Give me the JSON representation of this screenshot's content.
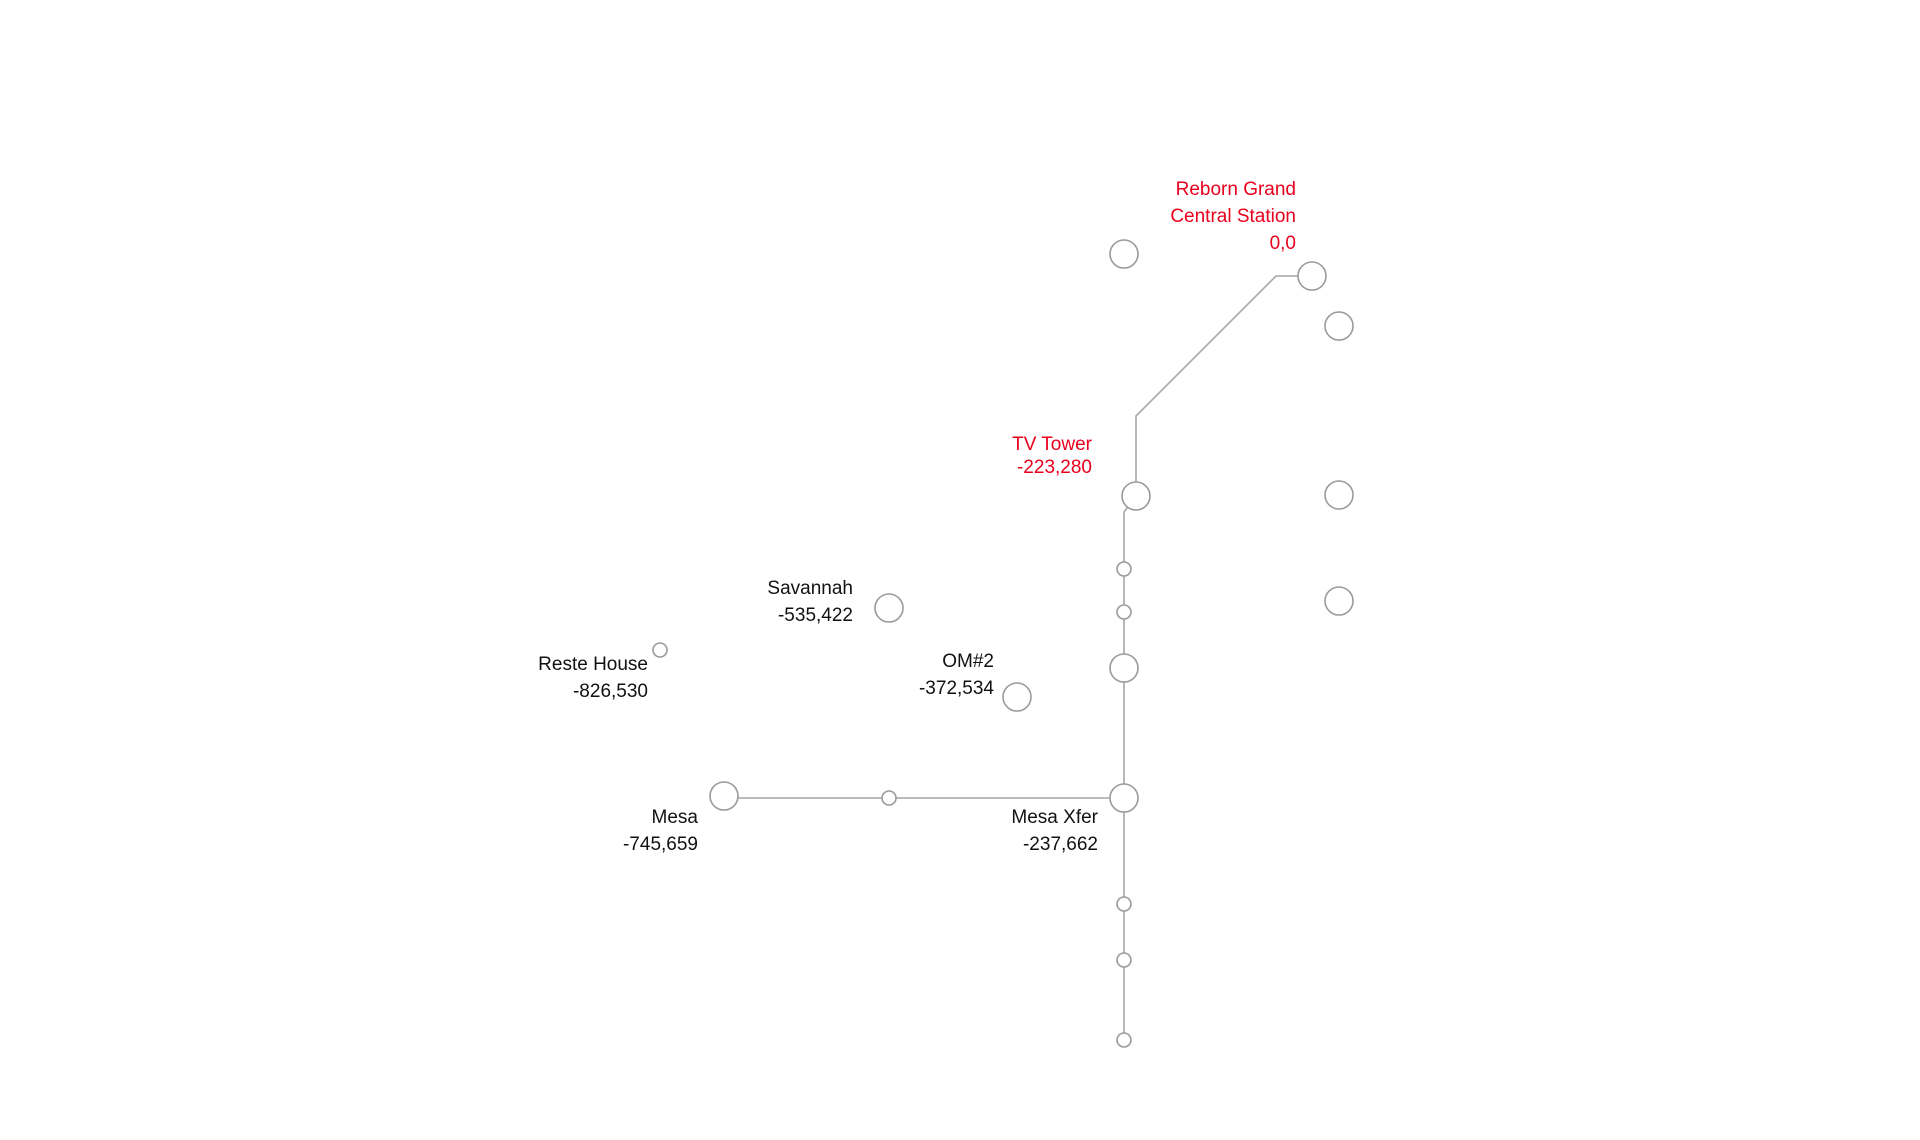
{
  "colors": {
    "line": "#a6a6a6",
    "node_stroke": "#9a9a9a",
    "label_default": "#111111",
    "label_highlight": "#e8001c"
  },
  "labels": {
    "reborn": {
      "line1": "Reborn Grand",
      "line2": "Central Station",
      "value": "0,0",
      "color": "#e8001c"
    },
    "tv_tower": {
      "name": "TV Tower",
      "value": "-223,280",
      "color": "#e8001c"
    },
    "savannah": {
      "name": "Savannah",
      "value": "-535,422"
    },
    "reste_house": {
      "name": "Reste House",
      "value": "-826,530"
    },
    "om2": {
      "name": "OM#2",
      "value": "-372,534"
    },
    "mesa": {
      "name": "Mesa",
      "value": "-745,659"
    },
    "mesa_xfer": {
      "name": "Mesa Xfer",
      "value": "-237,662"
    }
  }
}
